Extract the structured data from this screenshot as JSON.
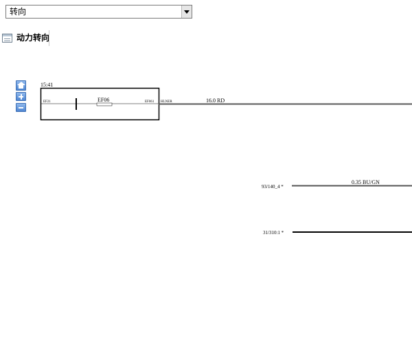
{
  "system_select": {
    "value": "转向"
  },
  "diagram": {
    "title": "动力转向"
  },
  "controls": {
    "home": "home-icon",
    "zoom_in": "plus-icon",
    "zoom_out": "minus-icon"
  },
  "fuse_box": {
    "time_label": "15:41",
    "left_pin": "EF21",
    "fuse_label": "EF06",
    "right_pin": "EF061",
    "connector_label": "HLNER"
  },
  "wires": {
    "main": {
      "label": "16.0 RD"
    },
    "second": {
      "connector": "93/140_4 *",
      "label": "0.35 BU/GN"
    },
    "third": {
      "connector": "31/310:1 *"
    }
  },
  "colors": {
    "wire": "#555555",
    "control_blue": "#4f86d2"
  }
}
